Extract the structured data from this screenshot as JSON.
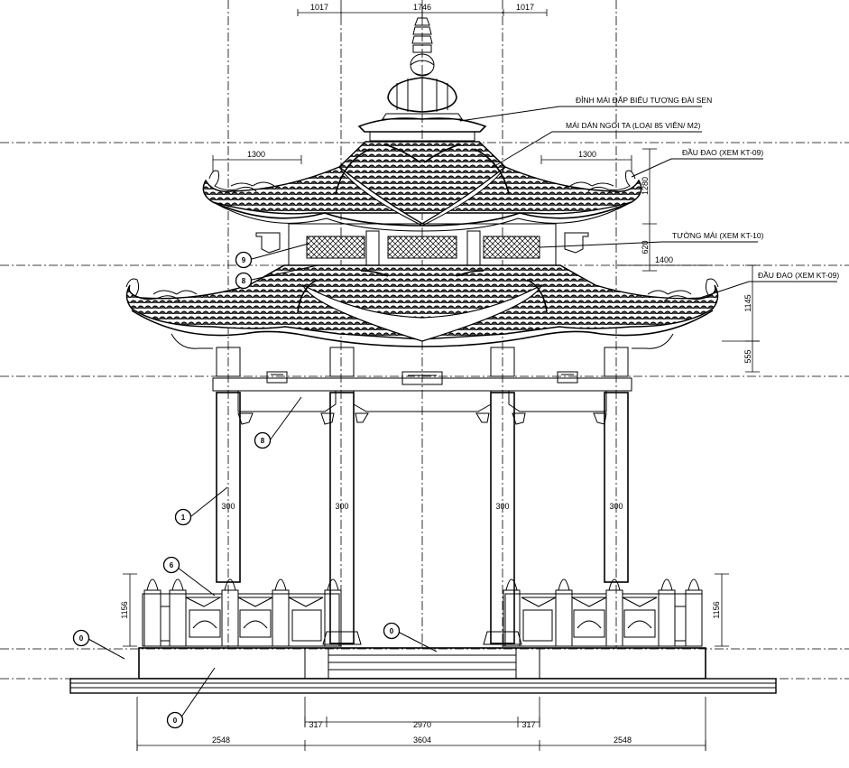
{
  "dimensions": {
    "top": [
      "1017",
      "1746",
      "1017"
    ],
    "upper_eave_left": "1300",
    "upper_eave_right": "1300",
    "right_heights": [
      "1280",
      "620",
      "1145",
      "555"
    ],
    "right_1400": "1400",
    "columns": [
      "300",
      "300",
      "300",
      "300"
    ],
    "rail_height_left": "1156",
    "rail_height_right": "1156",
    "bottom_step": [
      "317",
      "2970",
      "317"
    ],
    "bottom_total": [
      "2548",
      "3604",
      "2548"
    ]
  },
  "annotations": [
    "ĐỈNH MÁI ĐẮP BIỂU TƯỢNG ĐÀI SEN",
    "MÁI DÁN NGÓI TA (LOẠI 85 VIÊN/ M2)",
    "ĐẦU ĐAO (XEM KT-09)",
    "TƯỜNG MÁI (XEM KT-10)",
    "ĐẦU ĐAO (XEM KT-09)"
  ],
  "tags": [
    "9",
    "8",
    "8",
    "1",
    "6",
    "0",
    "0",
    "0"
  ],
  "colors": {
    "line": "#000000",
    "background": "#ffffff",
    "tile_fill": "#2a2a2a"
  }
}
